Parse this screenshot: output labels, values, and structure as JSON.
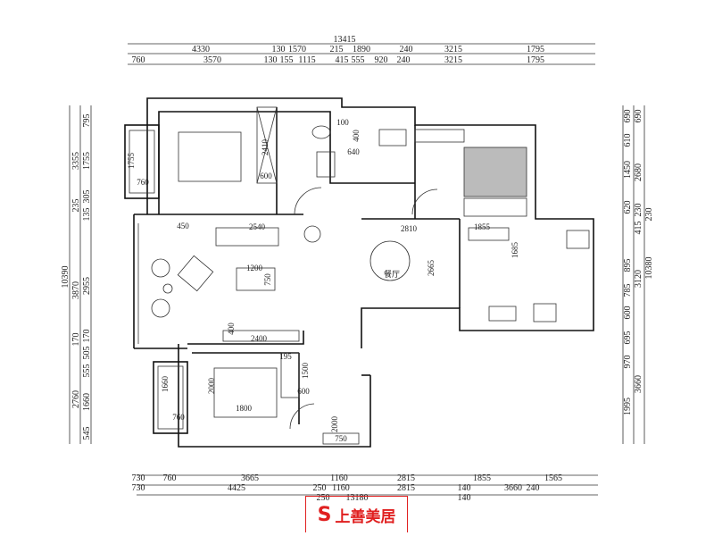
{
  "dimensions": {
    "top_total": "13415",
    "top_row1": [
      "4330",
      "130",
      "1570",
      "215",
      "1890",
      "240",
      "3215",
      "1795"
    ],
    "top_row2": [
      "760",
      "3570",
      "130",
      "155",
      "1115",
      "415",
      "555",
      "920",
      "240",
      "3215",
      "1795"
    ],
    "bottom_row1": [
      "730",
      "760",
      "3665",
      "1160",
      "2815",
      "1855",
      "1565"
    ],
    "bottom_row2": [
      "730",
      "4425",
      "250",
      "1160",
      "2815",
      "140",
      "3660",
      "240"
    ],
    "bottom_row3": [
      "250",
      "13180",
      "140"
    ],
    "left_outer": [
      "10390"
    ],
    "left_mid": [
      "3355",
      "235",
      "3870",
      "170",
      "2760"
    ],
    "left_inner": [
      "795",
      "1755",
      "305",
      "135",
      "2955",
      "170",
      "505",
      "555",
      "1660",
      "545"
    ],
    "right_inner": [
      "690",
      "610",
      "1450",
      "620",
      "895",
      "785",
      "600",
      "695",
      "970",
      "1995"
    ],
    "right_mid": [
      "690",
      "2680",
      "230",
      "415",
      "3120",
      "3660"
    ],
    "right_outer": [
      "230",
      "10380"
    ]
  },
  "rooms": {
    "labels": [
      "1755",
      "760",
      "2410",
      "600",
      "400",
      "100",
      "640",
      "450",
      "2540",
      "1200",
      "750",
      "400",
      "2400",
      "2810",
      "2665",
      "1855",
      "1685",
      "1660",
      "760",
      "2000",
      "1800",
      "195",
      "1500",
      "600",
      "2000",
      "750"
    ],
    "dining_text": "餐厅"
  },
  "logo": {
    "mark": "S",
    "name": "上善美居",
    "color": "#e02020"
  }
}
